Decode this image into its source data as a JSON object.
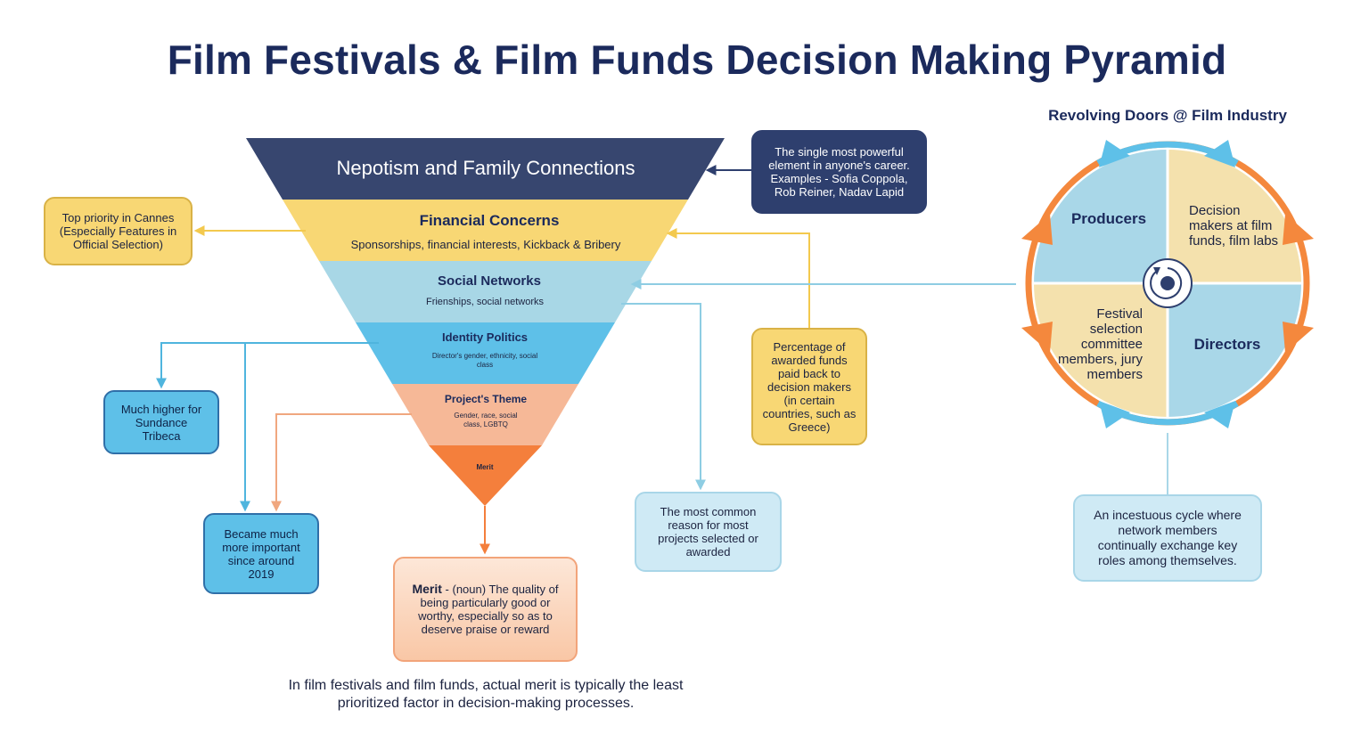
{
  "title": "Film Festivals & Film Funds Decision Making Pyramid",
  "pyramid": {
    "layers": [
      {
        "label": "Nepotism and Family Connections",
        "detail": "",
        "color": "#37466f"
      },
      {
        "label": "Financial Concerns",
        "detail": "Sponsorships, financial interests, Kickback & Bribery",
        "color": "#f8d774"
      },
      {
        "label": "Social Networks",
        "detail": "Frienships, social networks",
        "color": "#a8d7e6"
      },
      {
        "label": "Identity Politics",
        "detail": "Director's gender, ethnicity, social class",
        "color": "#5ec0e8"
      },
      {
        "label": "Project's Theme",
        "detail": "Gender, race, social class, LGBTQ",
        "color": "#f6b897"
      },
      {
        "label": "Merit",
        "detail": "",
        "color": "#f47f3c"
      }
    ]
  },
  "annotations": {
    "nepotism_note": "The single most powerful element in anyone's career. Examples - Sofia Coppola, Rob Reiner, Nadav Lapid",
    "cannes_note": "Top priority in Cannes (Especially Features in Official Selection)",
    "funds_note": "Percentage of awarded funds paid back to decision makers (in certain countries, such as Greece)",
    "sundance_note": "Much higher for Sundance Tribeca",
    "since2019_note": "Became much more important since around 2019",
    "common_reason_note": "The most common reason for most projects selected or awarded",
    "merit_term": "Merit",
    "merit_definition": " - (noun) The quality of being particularly good or worthy, especially so as to deserve praise or reward",
    "caption": "In film festivals and film funds, actual merit is typically the least prioritized factor in decision-making processes."
  },
  "cycle": {
    "title": "Revolving Doors @ Film Industry",
    "producers": "Producers",
    "decision_makers": "Decision makers at film funds, film labs",
    "festival_members": "Festival selection committee members, jury members",
    "directors": "Directors",
    "note": "An incestuous cycle where network members continually exchange key roles among themselves."
  },
  "colors": {
    "navy": "#2e3f6e",
    "yellow": "#f8d774",
    "light_blue": "#a8d7e6",
    "blue": "#5ec0e8",
    "peach": "#f6b897",
    "orange": "#f47f3c",
    "cycle_orange": "#f4883d",
    "cycle_blue": "#5ec0e8",
    "cycle_cream": "#f4e1ad",
    "cycle_light": "#a9d7e8"
  }
}
